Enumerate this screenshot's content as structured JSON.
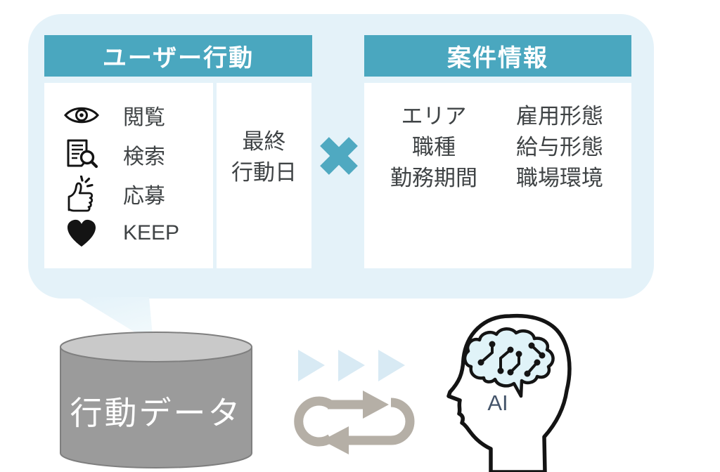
{
  "colors": {
    "teal": "#4aa7bf",
    "bubble": "#e4f2f9",
    "panel-white": "#ffffff",
    "text-dark": "#3f4345",
    "header-text": "#ffffff",
    "multiply": "#4fa9c1",
    "cylinder-body": "#9b9b9b",
    "cylinder-top": "#c9c9c9",
    "cylinder-outline": "#7f7f7f",
    "flow-triangle": "#d8eaf4",
    "loop-arrow": "#b5afa6",
    "brain-fill": "#e0f3f8",
    "ai-text": "#44546a",
    "icon-black": "#141414"
  },
  "user_behavior": {
    "title": "ユーザー行動",
    "actions": [
      {
        "icon": "eye-icon",
        "label": "閲覧"
      },
      {
        "icon": "document-search-icon",
        "label": "検索"
      },
      {
        "icon": "thumbs-up-icon",
        "label": "応募"
      },
      {
        "icon": "heart-icon",
        "label": "KEEP"
      }
    ],
    "last_action": {
      "line1": "最終",
      "line2": "行動日"
    }
  },
  "multiply": {
    "icon": "multiply-icon",
    "operator": "×"
  },
  "job_info": {
    "title": "案件情報",
    "column1": [
      "エリア",
      "職種",
      "勤務期間"
    ],
    "column2": [
      "雇用形態",
      "給与形態",
      "職場環境"
    ]
  },
  "database": {
    "label": "行動データ"
  },
  "flow": {
    "icon": "flow-arrows-icon",
    "cycle_icon": "cycle-arrows-icon"
  },
  "ai": {
    "label": "AI",
    "icon": "ai-head-icon"
  }
}
